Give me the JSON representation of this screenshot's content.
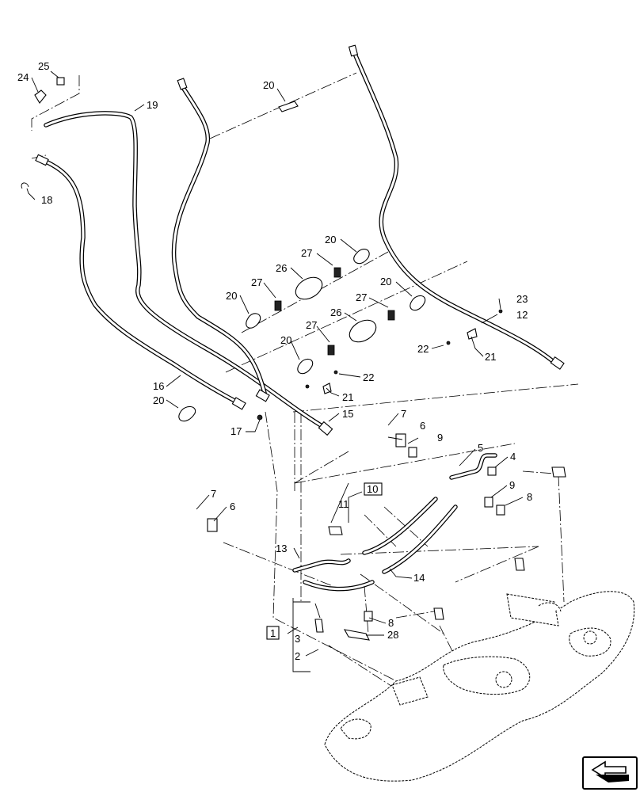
{
  "callouts": {
    "c1": "1",
    "c2": "2",
    "c3": "3",
    "c4": "4",
    "c5": "5",
    "c6a": "6",
    "c6b": "6",
    "c7a": "7",
    "c7b": "7",
    "c8a": "8",
    "c8b": "8",
    "c9a": "9",
    "c9b": "9",
    "c10": "10",
    "c11": "11",
    "c12": "12",
    "c13": "13",
    "c14": "14",
    "c15": "15",
    "c16": "16",
    "c17": "17",
    "c18": "18",
    "c19": "19",
    "c20a": "20",
    "c20b": "20",
    "c20c": "20",
    "c20d": "20",
    "c20e": "20",
    "c20f": "20",
    "c21a": "21",
    "c21b": "21",
    "c22a": "22",
    "c22b": "22",
    "c23": "23",
    "c24": "24",
    "c25": "25",
    "c26a": "26",
    "c26b": "26",
    "c27a": "27",
    "c27b": "27",
    "c27c": "27",
    "c27d": "27",
    "c28": "28"
  },
  "nav_icon": "arrow-navigation-icon"
}
